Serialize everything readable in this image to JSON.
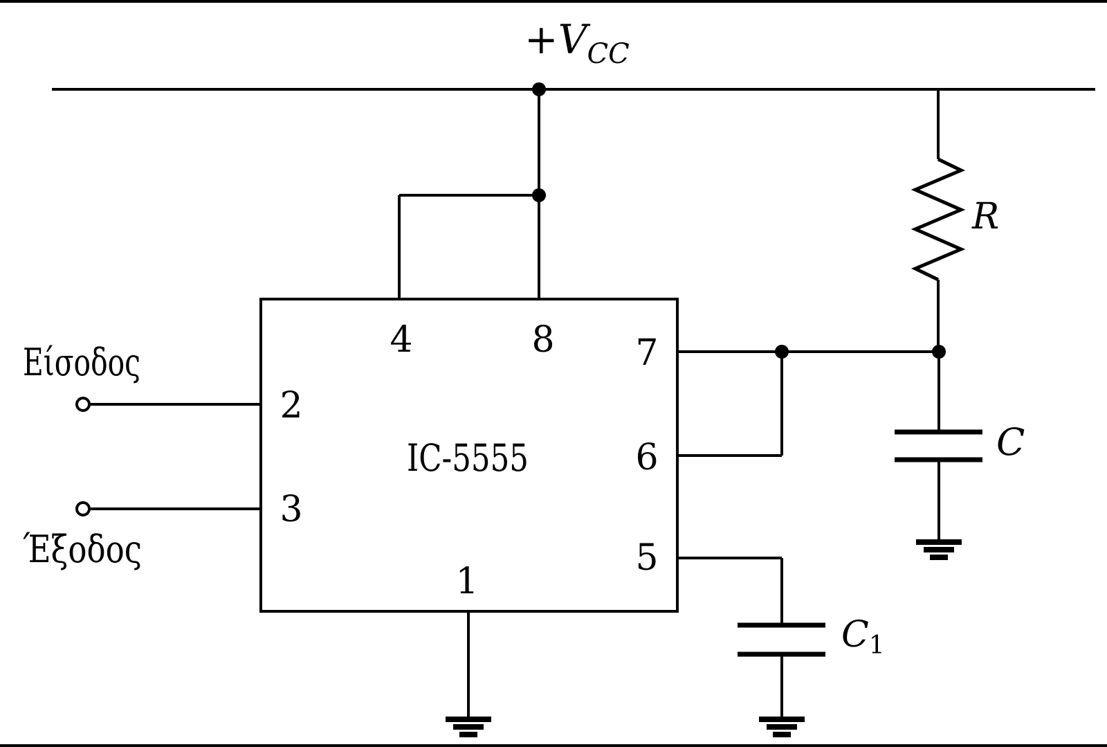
{
  "colors": {
    "ink": "#000000",
    "background": "#ffffff"
  },
  "power": {
    "label_prefix": "+V",
    "label_subscript": "CC"
  },
  "ic": {
    "name": "IC-5555",
    "pin1": "1",
    "pin2": "2",
    "pin3": "3",
    "pin4": "4",
    "pin5": "5",
    "pin6": "6",
    "pin7": "7",
    "pin8": "8"
  },
  "terminals": {
    "input_label": "Είσοδος",
    "output_label": "Έξοδος"
  },
  "components": {
    "resistor_label": "R",
    "capacitor_label": "C",
    "capacitor1_label": "C",
    "capacitor1_subscript": "1"
  }
}
